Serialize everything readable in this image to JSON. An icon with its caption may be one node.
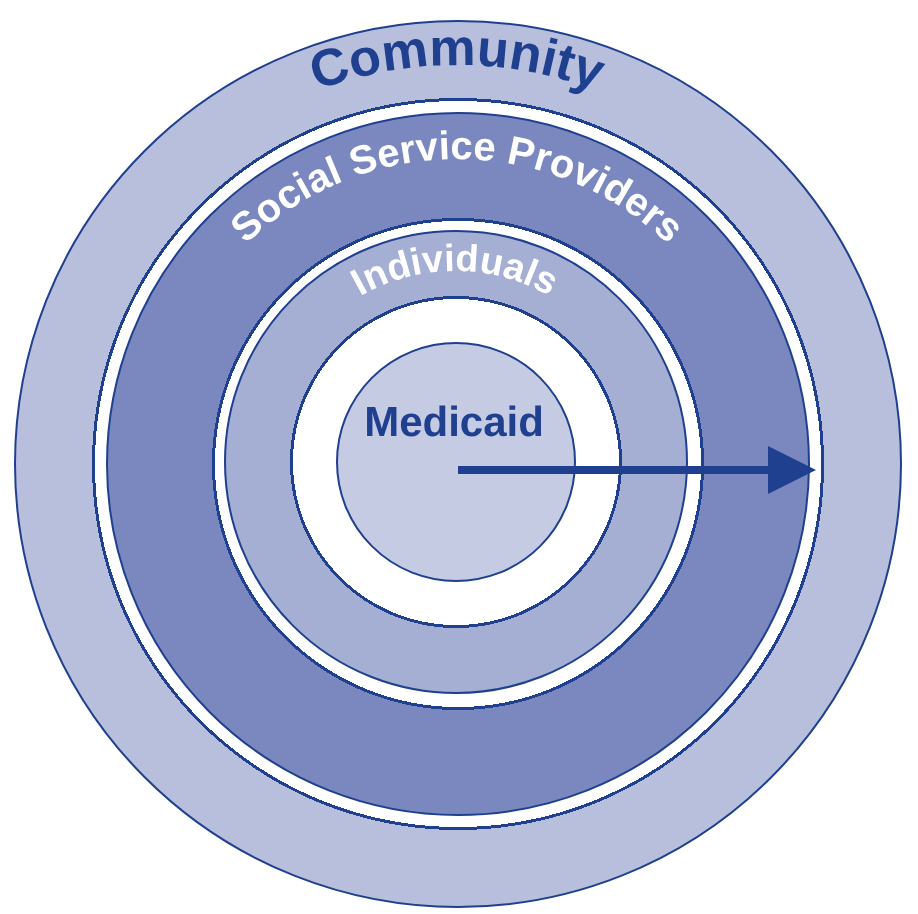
{
  "diagram": {
    "nodes": [
      {
        "text": [
          "Community"
        ]
      },
      {
        "text": [
          "Social Service Providers"
        ],
        "in": 0
      },
      {
        "text": [
          "Individuals"
        ],
        "in": 1
      },
      {
        "text": [
          "Medicaid"
        ],
        "in": 2
      }
    ],
    "edges": [
      {
        "from": 3,
        "to": 1,
        "arrow": "to"
      }
    ]
  }
}
